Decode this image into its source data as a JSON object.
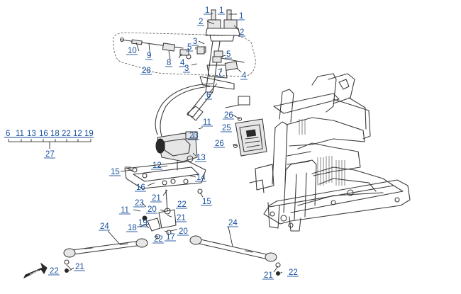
{
  "callouts": {
    "n1a": "1",
    "n1b": "1",
    "n1c": "1",
    "n2a": "2",
    "n2b": "2",
    "n3a": "3",
    "n3b": "3",
    "n4a": "4",
    "n4b": "4",
    "n5a": "5",
    "n5b": "5",
    "n6": "6",
    "n7": "7",
    "n8": "8",
    "n9": "9",
    "n10": "10",
    "n11a": "11",
    "n11b": "11",
    "n12": "12",
    "n13": "13",
    "n14": "14",
    "n15a": "15",
    "n15b": "15",
    "n16": "16",
    "n17": "17",
    "n18": "18",
    "n19": "19",
    "n20a": "20",
    "n20b": "20",
    "n21a": "21",
    "n21b": "21",
    "n21c": "21",
    "n21d": "21",
    "n22a": "22",
    "n22b": "22",
    "n22c": "22",
    "n22d": "22",
    "n23a": "23",
    "n23b": "23",
    "n24a": "24",
    "n24b": "24",
    "n25": "25",
    "n26a": "26",
    "n26b": "26",
    "n28": "28"
  },
  "kit": {
    "items": [
      "6",
      "11",
      "13",
      "16",
      "18",
      "22",
      "12",
      "19"
    ],
    "label": "27"
  },
  "fwd_label": "FWD",
  "colors": {
    "callout": "#1a4f9c",
    "line": "#3a3a3a"
  }
}
